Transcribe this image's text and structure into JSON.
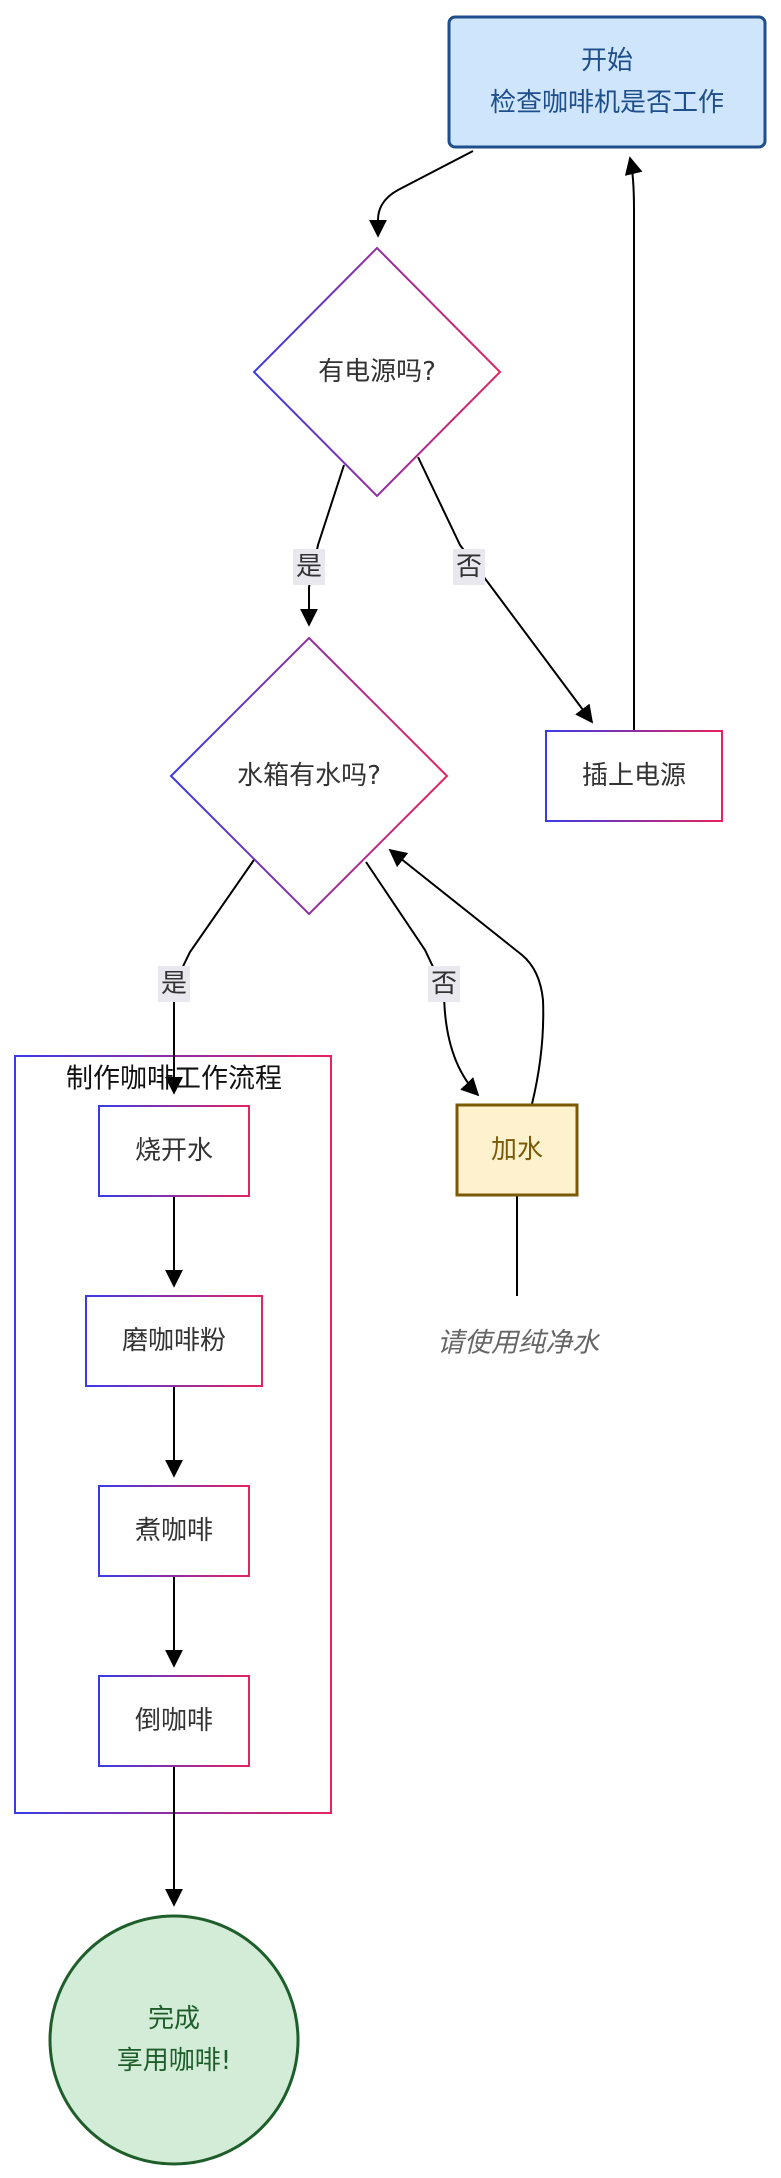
{
  "nodes": {
    "start": {
      "line1": "开始",
      "line2": "检查咖啡机是否工作"
    },
    "power_check": "有电源吗?",
    "plug_in": "插上电源",
    "water_check": "水箱有水吗?",
    "add_water": "加水",
    "water_note": "请使用纯净水",
    "boil": "烧开水",
    "grind": "磨咖啡粉",
    "brew": "煮咖啡",
    "pour": "倒咖啡",
    "end": {
      "line1": "完成",
      "line2": "享用咖啡!"
    }
  },
  "edges": {
    "power_yes": "是",
    "power_no": "否",
    "water_yes": "是",
    "water_no": "否"
  },
  "group": {
    "title": "制作咖啡工作流程"
  },
  "colors": {
    "start_fill": "#cfe5fb",
    "start_stroke": "#1f4e8c",
    "end_fill": "#d3ecd7",
    "end_stroke": "#1e5e2a",
    "water_fill": "#fdf2cd",
    "water_stroke": "#7a5a05",
    "gradient_start": "#3a3ae6",
    "gradient_end": "#e6235e"
  }
}
